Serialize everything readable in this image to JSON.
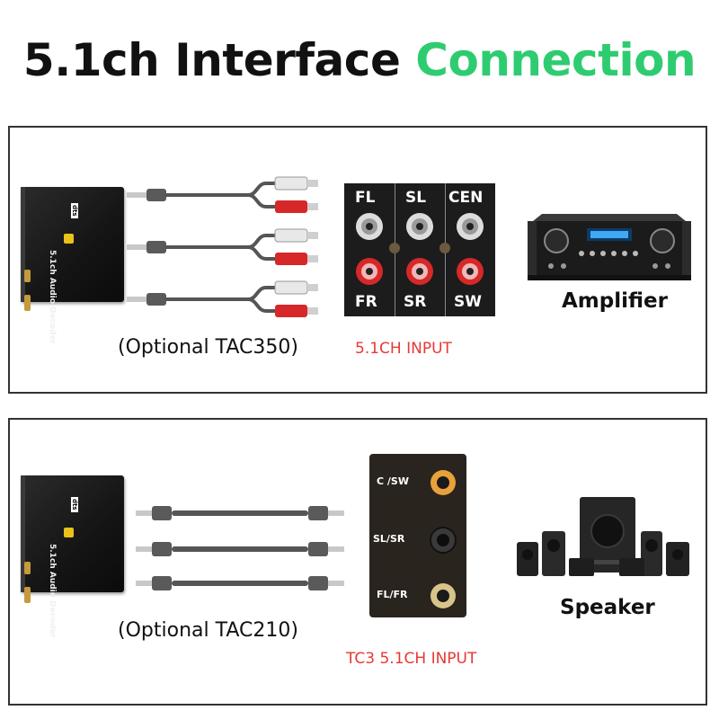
{
  "title": {
    "part1": "5.1ch Interface",
    "part2": "Connection",
    "accent_color": "#2ecc71"
  },
  "panel1": {
    "decoder_label": "5.1ch Audio Decoder",
    "decoder_badge": "dts",
    "cable_caption": "(Optional TAC350)",
    "input_caption": "5.1CH INPUT",
    "rca_panel": {
      "top_labels": [
        "FL",
        "SL",
        "CEN"
      ],
      "bottom_labels": [
        "FR",
        "SR",
        "SW"
      ]
    },
    "device_label": "Amplifier"
  },
  "panel2": {
    "decoder_label": "5.1ch Audio Decoder",
    "decoder_badge": "dts",
    "cable_caption": "(Optional TAC210)",
    "input_caption": "TC3 5.1CH INPUT",
    "jacks": [
      "C /SW",
      "SL/SR",
      "FL/FR"
    ],
    "device_label": "Speaker"
  },
  "colors": {
    "red_caption": "#e53935",
    "rca_red": "#d62828",
    "rca_white": "#e6e6e6"
  }
}
